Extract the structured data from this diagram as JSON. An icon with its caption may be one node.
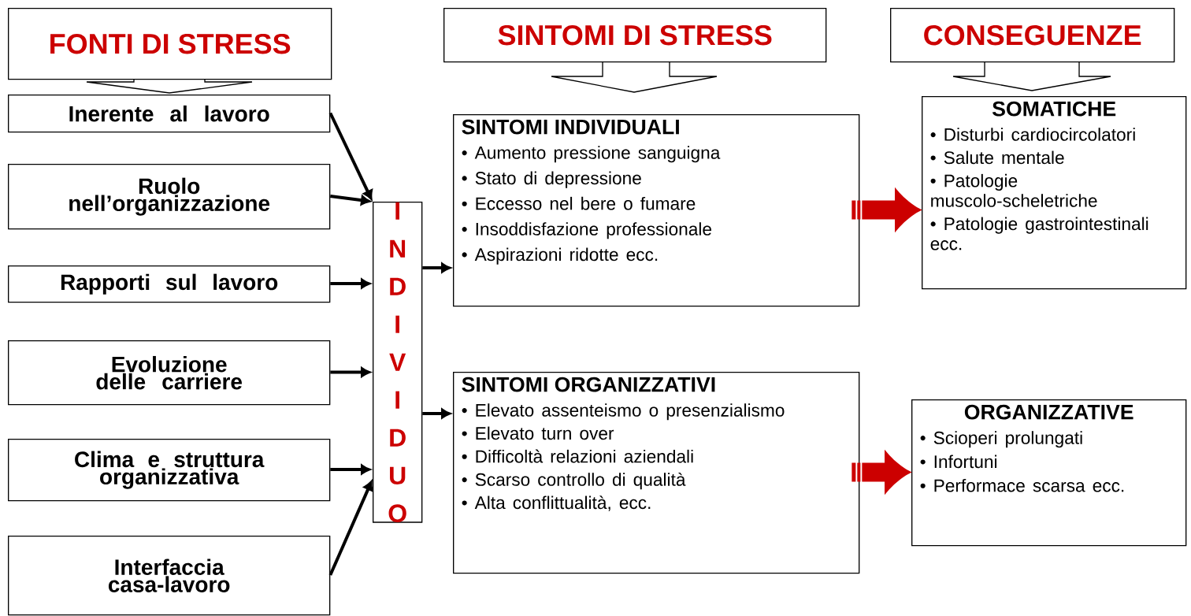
{
  "diagram": {
    "nodes": [
      {
        "text": [
          "FONTI DI STRESS"
        ]
      },
      {
        "text": [
          "SINTOMI DI STRESS"
        ]
      },
      {
        "text": [
          "CONSEGUENZE"
        ]
      },
      {
        "text": [
          "Inerente al lavoro"
        ]
      },
      {
        "text": [
          "Ruolo nell’organizzazione"
        ]
      },
      {
        "text": [
          "Rapporti sul lavoro"
        ]
      },
      {
        "text": [
          "Evoluzione delle carriere"
        ]
      },
      {
        "text": [
          "Clima e struttura organizzativa"
        ]
      },
      {
        "text": [
          "Interfaccia casa-lavoro"
        ]
      },
      {
        "text": [
          "INDIVIDUO"
        ]
      },
      {
        "text": [
          "SINTOMI INDIVIDUALI",
          "• Aumento pressione sanguigna",
          "• Stato di depressione",
          "• Eccesso nel bere o fumare",
          "• Insoddisfazione professionale",
          "• Aspirazioni ridotte ecc."
        ]
      },
      {
        "text": [
          "SINTOMI ORGANIZZATIVI",
          "• Elevato assenteismo o presenzialismo",
          "• Elevato turn over",
          "• Difficoltà relazioni aziendali",
          "• Scarso controllo di qualità",
          "• Alta conflittualità, ecc."
        ]
      },
      {
        "text": [
          "SOMATICHE",
          "• Disturbi cardiocircolatori",
          "• Salute mentale",
          "• Patologie muscolo-scheletriche",
          "• Patologie gastrointestinali ecc."
        ]
      },
      {
        "text": [
          "ORGANIZZATIVE",
          "• Scioperi prolungati",
          "• Infortuni",
          "• Performace scarsa ecc."
        ]
      }
    ],
    "edges": [
      {
        "from": 3,
        "to": 9,
        "arrow": "to"
      },
      {
        "from": 4,
        "to": 9,
        "arrow": "to"
      },
      {
        "from": 5,
        "to": 9,
        "arrow": "to"
      },
      {
        "from": 6,
        "to": 9,
        "arrow": "to"
      },
      {
        "from": 7,
        "to": 9,
        "arrow": "to"
      },
      {
        "from": 8,
        "to": 9,
        "arrow": "to"
      },
      {
        "from": 9,
        "to": 10,
        "arrow": "to"
      },
      {
        "from": 9,
        "to": 11,
        "arrow": "to"
      },
      {
        "from": 10,
        "to": 12,
        "arrow": "to",
        "style": "thick",
        "color": "#cc0000"
      },
      {
        "from": 11,
        "to": 13,
        "arrow": "to",
        "style": "thick",
        "color": "#cc0000"
      }
    ]
  }
}
